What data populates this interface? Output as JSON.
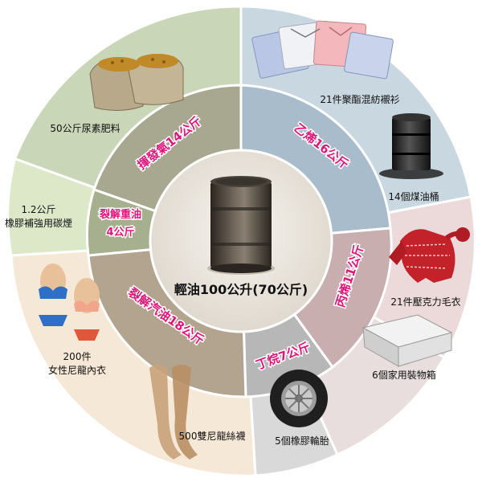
{
  "center": {
    "label": "輕油100公升(70公斤)"
  },
  "middle_ring": [
    {
      "label": "揮發氣14公斤"
    },
    {
      "label": "乙烯16公斤"
    },
    {
      "label": "丙烯11公斤"
    },
    {
      "label": "丁烷7公斤"
    },
    {
      "label": "裂解汽油18公斤"
    },
    {
      "line1": "裂解重油",
      "line2": "4公斤"
    }
  ],
  "outer_ring": [
    {
      "label": "50公斤尿素肥料",
      "icon": "fertilizer-sacks-icon"
    },
    {
      "label": "21件聚酯混紡襯衫",
      "icon": "folded-shirts-icon"
    },
    {
      "label": "14個煤油桶",
      "icon": "oil-barrel-icon"
    },
    {
      "label": "21件壓克力毛衣",
      "icon": "sweater-icon"
    },
    {
      "label": "6個家用裝物箱",
      "icon": "storage-box-icon"
    },
    {
      "label": "5個橡膠輪胎",
      "icon": "tire-icon"
    },
    {
      "label": "500雙尼龍絲襪",
      "icon": "stockings-icon"
    },
    {
      "line1": "200件",
      "line2": "女性尼龍內衣",
      "icon": "lingerie-icon"
    },
    {
      "line1": "1.2公斤",
      "line2": "橡膠補強用碳煙"
    }
  ],
  "colors": {
    "accent": "#e0157a",
    "outer_green": "#c9d6b8",
    "outer_blue": "#c9d7e0",
    "outer_pink": "#ecd9d9",
    "outer_gray": "#d9d9d9",
    "outer_peach": "#f6e8d6",
    "outer_lightgreen": "#dde8c9",
    "mid_olive": "#a8a890",
    "mid_blue": "#a9bccb",
    "mid_pink": "#c9aeb0",
    "mid_gray": "#b7b7b7",
    "mid_tan": "#b3a490",
    "mid_sage": "#a7b08e",
    "core": "#e9e3da"
  }
}
